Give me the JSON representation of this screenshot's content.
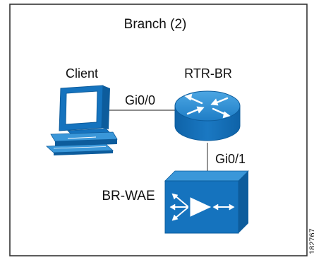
{
  "title": "Branch (2)",
  "colors": {
    "device_blue": "#1573BE",
    "device_blue_dark": "#0D5C9C",
    "device_blue_light": "#3A97D9",
    "link_line": "#666666",
    "frame_border": "#333333"
  },
  "nodes": {
    "client": {
      "label": "Client",
      "icon": "workstation-icon"
    },
    "router": {
      "label": "RTR-BR",
      "icon": "router-icon"
    },
    "wae": {
      "label": "BR-WAE",
      "icon": "wae-appliance-icon"
    }
  },
  "links": [
    {
      "from": "client",
      "to": "router",
      "label": "Gi0/0"
    },
    {
      "from": "router",
      "to": "wae",
      "label": "Gi0/1"
    }
  ],
  "figure_id": "182767"
}
